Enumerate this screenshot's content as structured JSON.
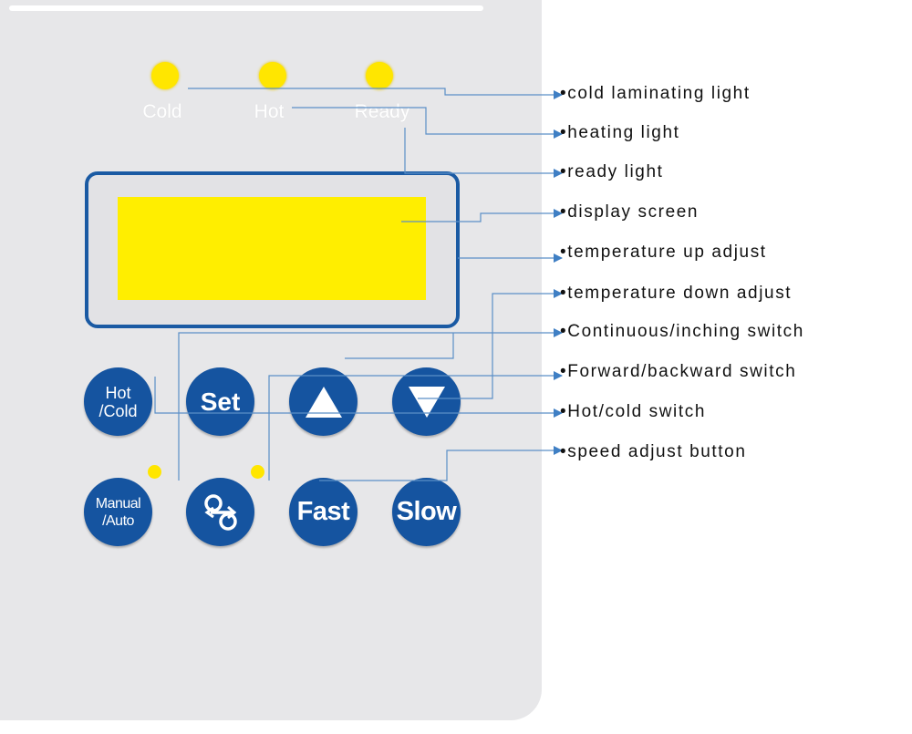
{
  "indicators": [
    {
      "label": "Cold",
      "color": "#ffe600"
    },
    {
      "label": "Hot",
      "color": "#ffe600"
    },
    {
      "label": "Ready",
      "color": "#ffe600"
    }
  ],
  "buttons": {
    "hot_cold": "Hot\n/Cold",
    "set": "Set",
    "manual_auto": "Manual\n/Auto",
    "fast": "Fast",
    "slow": "Slow",
    "up_icon": "triangle-up-icon",
    "down_icon": "triangle-down-icon",
    "direction_icon": "forward-backward-icon"
  },
  "callouts": [
    "•cold laminating light",
    "•heating light",
    "•ready light",
    "•display screen",
    "•temperature up adjust",
    "•temperature down adjust",
    "•Continuous/inching switch",
    "•Forward/backward switch",
    "•Hot/cold switch",
    "•speed adjust button"
  ],
  "colors": {
    "panel": "#e7e7e9",
    "button": "#1554a0",
    "display": "#ffee00",
    "led": "#ffe600",
    "leader_line": "#5b8fc7"
  }
}
